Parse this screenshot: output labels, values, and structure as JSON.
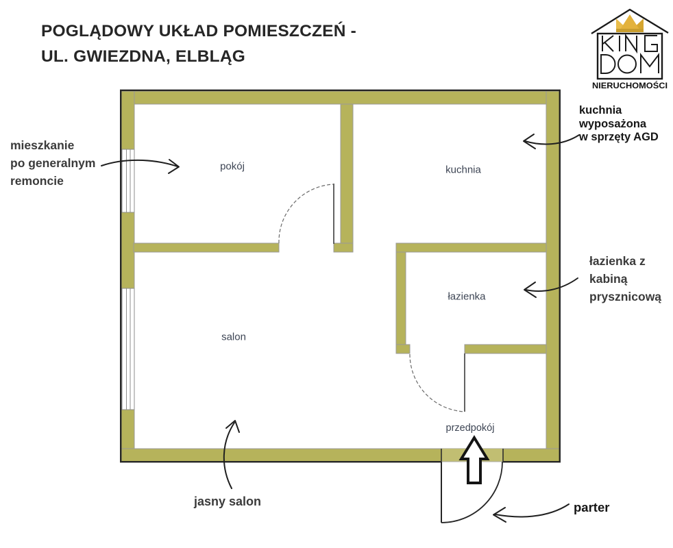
{
  "title": {
    "text": "POGLĄDOWY UKŁAD POMIESZCZEŃ -\nUL. GWIEZDNA, ELBLĄG"
  },
  "logo": {
    "king": "KING",
    "dom": "DOM",
    "subtitle": "NIERUCHOMOŚCI",
    "crown_gold_light": "#e9bd4b",
    "crown_gold_dark": "#d5a52f"
  },
  "rooms": {
    "pokoj": {
      "label": "pokój"
    },
    "kuchnia": {
      "label": "kuchnia"
    },
    "lazienka": {
      "label": "łazienka"
    },
    "salon": {
      "label": "salon"
    },
    "przedpokoj": {
      "label": "przedpokój"
    }
  },
  "annotations": {
    "renovation": {
      "text": "mieszkanie\npo generalnym\nremoncie"
    },
    "kitchen": {
      "text": "kuchnia\nwyposażona\nw sprzęty AGD"
    },
    "bathroom": {
      "text": "łazienka z\nkabiną\nprysznicową"
    },
    "living": {
      "text": "jasny salon"
    },
    "floor": {
      "text": "parter"
    }
  },
  "colors": {
    "wall_fill": "#b6b35b",
    "wall_threshold": "#c1be72",
    "outline_outer": "#262626",
    "outline_inner": "#9a9a9a",
    "room_label": "#3d4554",
    "annotation_gray": "#3b3b3b",
    "annotation_black": "#161616"
  },
  "icons": {
    "entrance": "entrance-up-arrow-icon",
    "logo": "kingdom-house-logo",
    "crown": "crown-icon"
  }
}
